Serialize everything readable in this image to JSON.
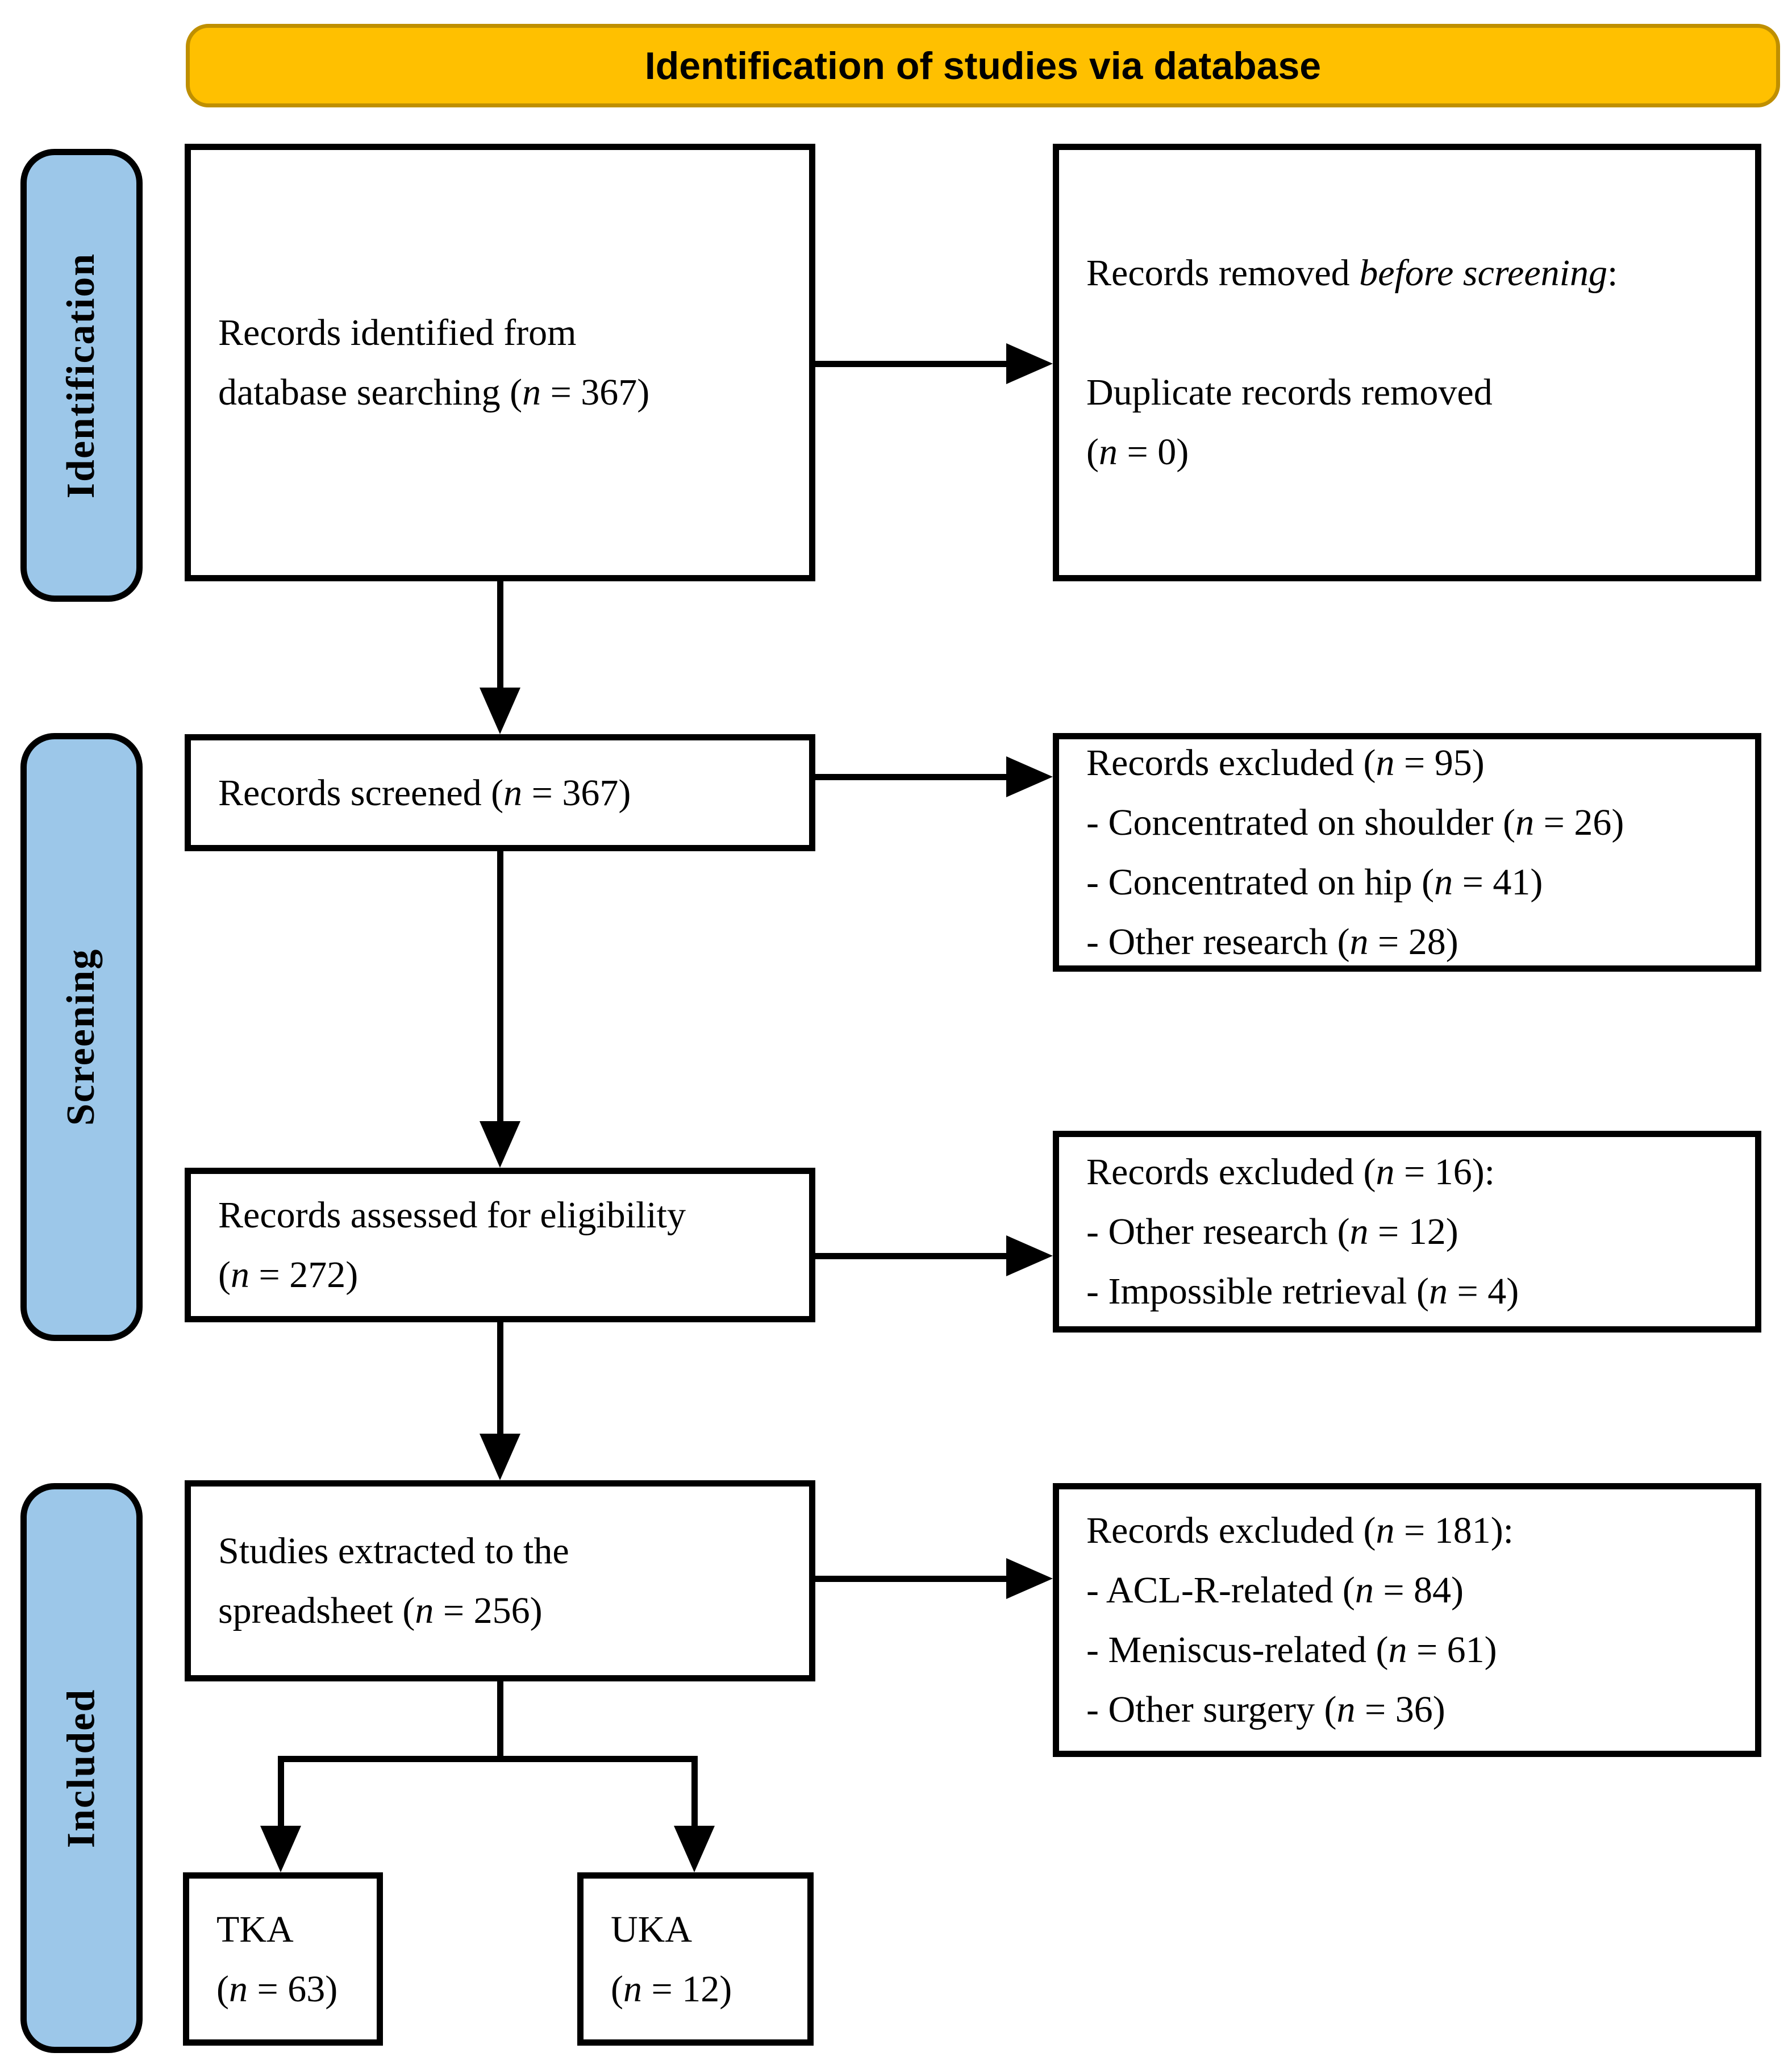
{
  "header": {
    "title": "Identification of studies via database"
  },
  "colors": {
    "banner_bg": "#FFC000",
    "banner_border": "#BF8F00",
    "stage_fill": "#9CC7E9",
    "stage_border": "#000000",
    "box_bg": "#FFFFFF",
    "box_border": "#000000",
    "arrow": "#000000",
    "text": "#000000"
  },
  "stages": [
    {
      "label": "Identification"
    },
    {
      "label": "Screening"
    },
    {
      "label": "Included"
    }
  ],
  "boxes": {
    "records_identified": {
      "lines": [
        [
          {
            "t": "Records identified from"
          }
        ],
        [
          {
            "t": "database searching ("
          },
          {
            "t": "n",
            "i": true
          },
          {
            "t": " = 367)"
          }
        ]
      ]
    },
    "records_removed": {
      "lines": [
        [
          {
            "t": "Records removed "
          },
          {
            "t": "before screening",
            "i": true
          },
          {
            "t": ":"
          }
        ],
        [
          {
            "t": " "
          }
        ],
        [
          {
            "t": "Duplicate records removed"
          }
        ],
        [
          {
            "t": "("
          },
          {
            "t": "n",
            "i": true
          },
          {
            "t": " = 0)"
          }
        ]
      ]
    },
    "records_screened": {
      "lines": [
        [
          {
            "t": "Records screened ("
          },
          {
            "t": "n",
            "i": true
          },
          {
            "t": " = 367)"
          }
        ]
      ]
    },
    "excluded_screening": {
      "lines": [
        [
          {
            "t": "Records excluded ("
          },
          {
            "t": "n",
            "i": true
          },
          {
            "t": " = 95)"
          }
        ],
        [
          {
            "t": "- Concentrated on shoulder ("
          },
          {
            "t": "n",
            "i": true
          },
          {
            "t": " = 26)"
          }
        ],
        [
          {
            "t": "- Concentrated on hip ("
          },
          {
            "t": "n",
            "i": true
          },
          {
            "t": " = 41)"
          }
        ],
        [
          {
            "t": "- Other research ("
          },
          {
            "t": "n",
            "i": true
          },
          {
            "t": " = 28)"
          }
        ]
      ]
    },
    "records_assessed": {
      "lines": [
        [
          {
            "t": "Records assessed for eligibility"
          }
        ],
        [
          {
            "t": "("
          },
          {
            "t": "n",
            "i": true
          },
          {
            "t": " = 272)"
          }
        ]
      ]
    },
    "excluded_eligibility": {
      "lines": [
        [
          {
            "t": "Records excluded ("
          },
          {
            "t": "n",
            "i": true
          },
          {
            "t": " = 16):"
          }
        ],
        [
          {
            "t": "- Other research ("
          },
          {
            "t": "n",
            "i": true
          },
          {
            "t": " = 12)"
          }
        ],
        [
          {
            "t": "- Impossible retrieval ("
          },
          {
            "t": "n",
            "i": true
          },
          {
            "t": " = 4)"
          }
        ]
      ]
    },
    "studies_extracted": {
      "lines": [
        [
          {
            "t": "Studies extracted to the"
          }
        ],
        [
          {
            "t": "spreadsheet ("
          },
          {
            "t": "n",
            "i": true
          },
          {
            "t": " = 256)"
          }
        ]
      ]
    },
    "excluded_extraction": {
      "lines": [
        [
          {
            "t": "Records excluded ("
          },
          {
            "t": "n",
            "i": true
          },
          {
            "t": " = 181):"
          }
        ],
        [
          {
            "t": "- ACL-R-related ("
          },
          {
            "t": "n",
            "i": true
          },
          {
            "t": " = 84)"
          }
        ],
        [
          {
            "t": "- Meniscus-related ("
          },
          {
            "t": "n",
            "i": true
          },
          {
            "t": " = 61)"
          }
        ],
        [
          {
            "t": "- Other surgery ("
          },
          {
            "t": "n",
            "i": true
          },
          {
            "t": " = 36)"
          }
        ]
      ]
    },
    "tka": {
      "lines": [
        [
          {
            "t": "TKA"
          }
        ],
        [
          {
            "t": "("
          },
          {
            "t": "n",
            "i": true
          },
          {
            "t": " = 63)"
          }
        ]
      ]
    },
    "uka": {
      "lines": [
        [
          {
            "t": "UKA"
          }
        ],
        [
          {
            "t": "("
          },
          {
            "t": "n",
            "i": true
          },
          {
            "t": " = 12)"
          }
        ]
      ]
    }
  }
}
